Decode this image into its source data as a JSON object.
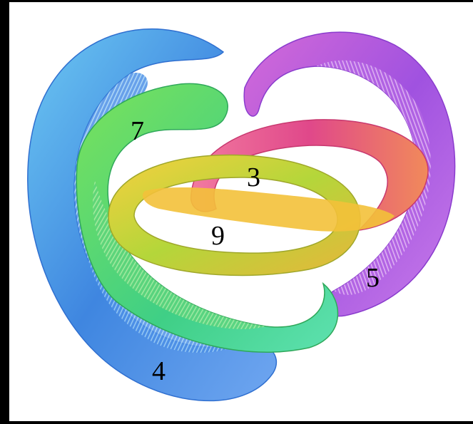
{
  "figure": {
    "labels": {
      "ribbon_7": "7",
      "ribbon_3": "3",
      "ribbon_9": "9",
      "ribbon_5": "5",
      "ribbon_4": "4"
    },
    "colors": {
      "blue": "#4a9be6",
      "cyan": "#5fd0ee",
      "purple": "#a35be0",
      "magenta": "#e04aa6",
      "pink": "#f06c8c",
      "green": "#5fd65c",
      "yellow": "#f2c23a",
      "lime": "#b8e23a"
    }
  }
}
